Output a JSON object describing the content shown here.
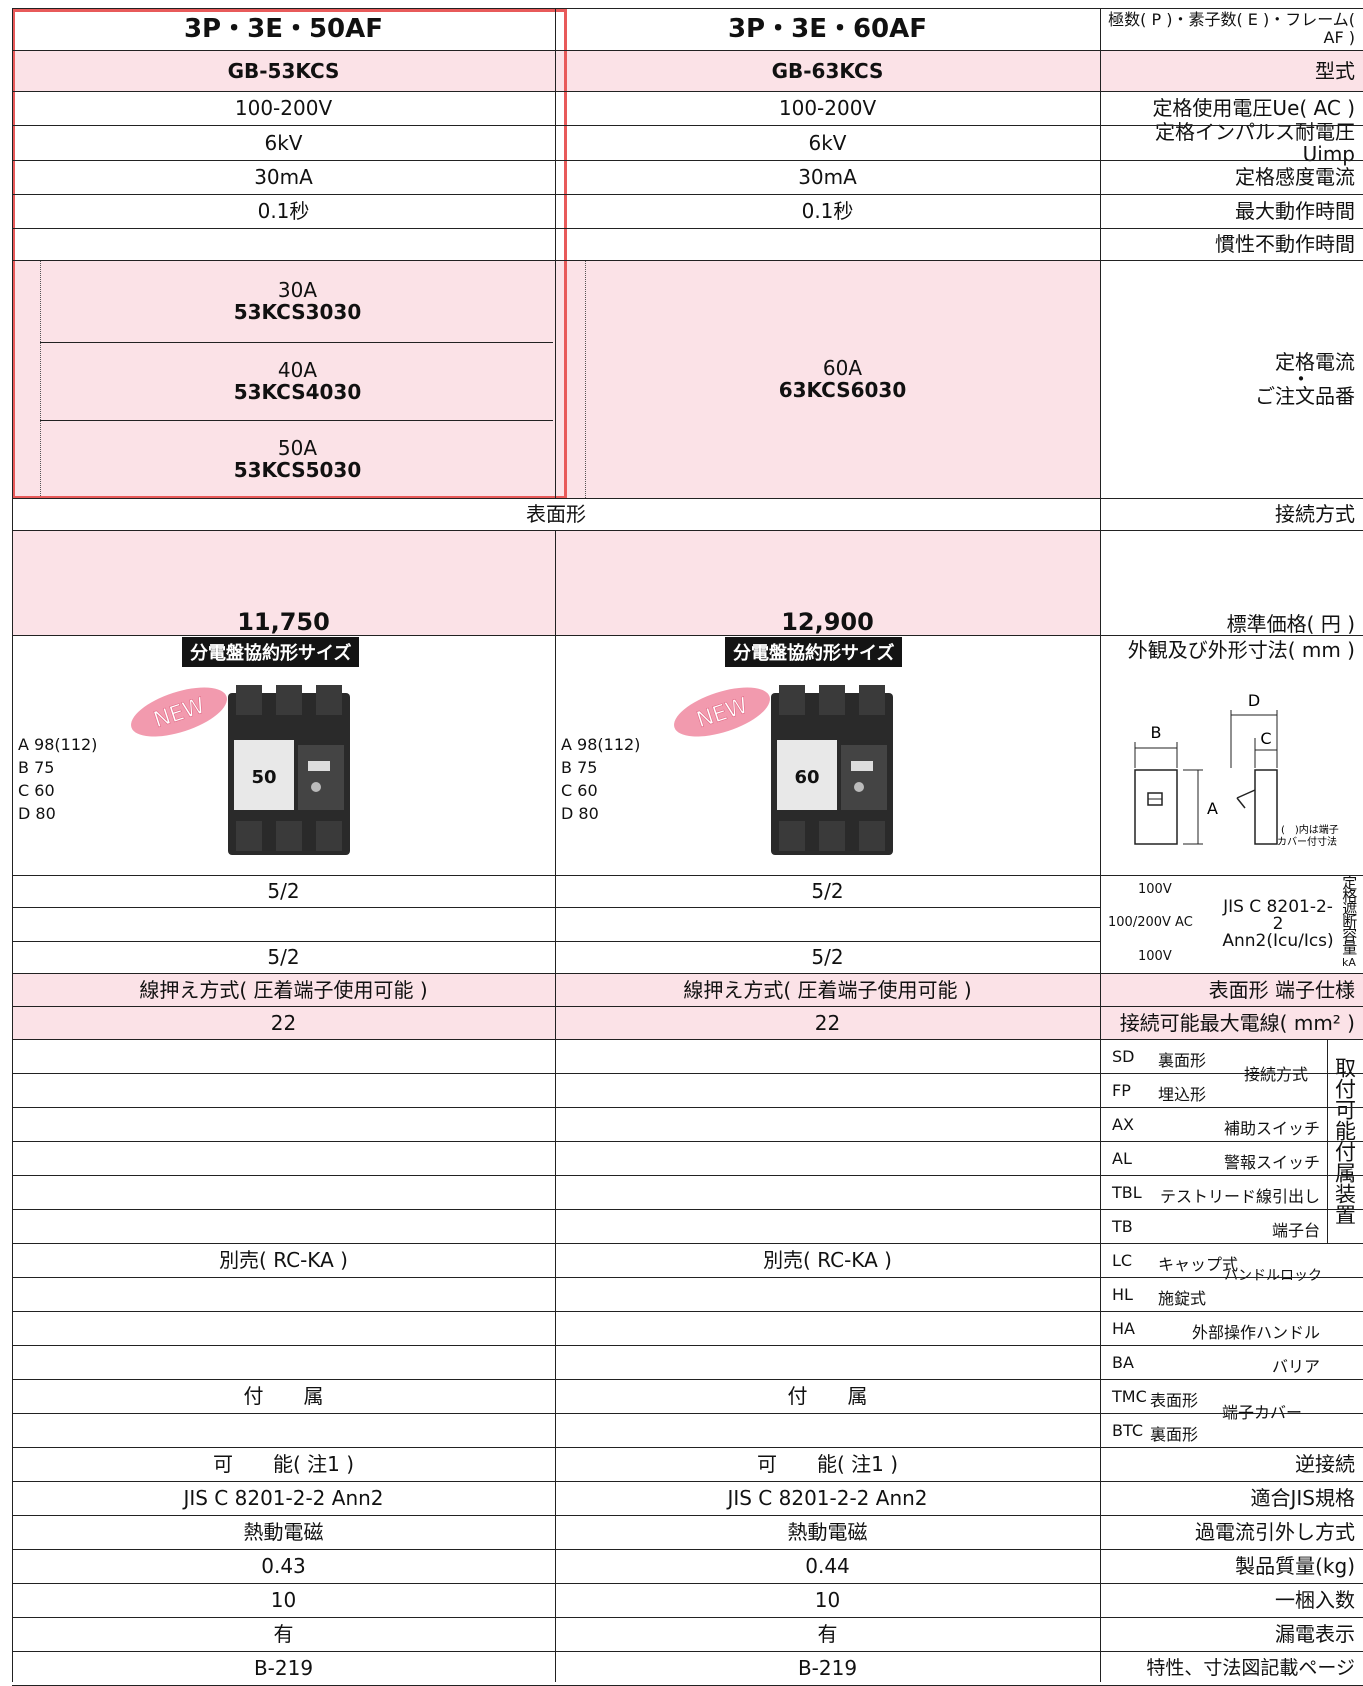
{
  "columns": [
    {
      "header": "3P・3E・50AF",
      "model": "GB-53KCS",
      "voltage": "100-200V",
      "impulse": "6kV",
      "sensitivity": "30mA",
      "max_time": "0.1秒",
      "inertia": "",
      "ratings": [
        {
          "current": "30A",
          "order": "53KCS3030"
        },
        {
          "current": "40A",
          "order": "53KCS4030"
        },
        {
          "current": "50A",
          "order": "53KCS5030"
        }
      ],
      "price": "11,750",
      "size_badge": "分電盤協約形サイズ",
      "new_badge": "NEW",
      "dims": [
        "A 98(112)",
        "B 75",
        "C 60",
        "D 80"
      ],
      "breaking_100": "5/2",
      "breaking_100_200": "",
      "breaking_100b": "5/2",
      "terminal": "線押え方式( 圧着端子使用可能 )",
      "max_wire": "22",
      "accessories": [
        "",
        "",
        "",
        "",
        "",
        "",
        "別売( RC-KA )",
        "",
        "",
        "",
        "付　　属",
        ""
      ],
      "reverse": "可　　能( 注1 )",
      "jis": "JIS C 8201-2-2 Ann2",
      "trip": "熱動電磁",
      "mass": "0.43",
      "pack": "10",
      "leak_display": "有",
      "page": "B-219"
    },
    {
      "header": "3P・3E・60AF",
      "model": "GB-63KCS",
      "voltage": "100-200V",
      "impulse": "6kV",
      "sensitivity": "30mA",
      "max_time": "0.1秒",
      "inertia": "",
      "ratings": [
        {
          "current": "60A",
          "order": "63KCS6030"
        }
      ],
      "price": "12,900",
      "size_badge": "分電盤協約形サイズ",
      "new_badge": "NEW",
      "dims": [
        "A 98(112)",
        "B 75",
        "C 60",
        "D 80"
      ],
      "breaking_100": "5/2",
      "breaking_100_200": "",
      "breaking_100b": "5/2",
      "terminal": "線押え方式( 圧着端子使用可能 )",
      "max_wire": "22",
      "accessories": [
        "",
        "",
        "",
        "",
        "",
        "",
        "別売( RC-KA )",
        "",
        "",
        "",
        "付　　属",
        ""
      ],
      "reverse": "可　　能( 注1 )",
      "jis": "JIS C 8201-2-2 Ann2",
      "trip": "熱動電磁",
      "mass": "0.44",
      "pack": "10",
      "leak_display": "有",
      "page": "B-219"
    }
  ],
  "labels": {
    "header": "極数( P )・素子数( E )・フレーム( AF )",
    "model": "型式",
    "voltage": "定格使用電圧Ue( AC )",
    "impulse": "定格インパルス耐電圧 Uimp",
    "sensitivity": "定格感度電流",
    "max_time": "最大動作時間",
    "inertia": "慣性不動作時間",
    "rating_1": "定格電流",
    "rating_dot": "・",
    "rating_2": "ご注文品番",
    "mounting": "表面形",
    "connection": "接続方式",
    "price": "標準価格( 円 )",
    "appearance": "外観及び外形寸法( mm )",
    "dim_note_1": "(　)内は端子",
    "dim_note_2": "カバー付寸法",
    "dim_letters": [
      "A",
      "B",
      "C",
      "D"
    ],
    "volt_100": "100V",
    "volt_100_200": "100/200V AC",
    "volt_100b": "100V",
    "breaking_std_1": "JIS C 8201-2-2",
    "breaking_std_2": "Ann2(Icu/Ics)",
    "breaking_side": "定格遮断容量",
    "breaking_unit": "kA",
    "terminal": "表面形 端子仕様",
    "max_wire": "接続可能最大電線( mm² )",
    "accessory_group": "取付可能付属装置",
    "accessory_rows": [
      {
        "code": "SD",
        "name": "裏面形"
      },
      {
        "code": "FP",
        "name": "埋込形"
      },
      {
        "code": "AX",
        "name": "補助スイッチ"
      },
      {
        "code": "AL",
        "name": "警報スイッチ"
      },
      {
        "code": "TBL",
        "name": "テストリード線引出し"
      },
      {
        "code": "TB",
        "name": "端子台"
      },
      {
        "code": "LC",
        "name": "キャップ式"
      },
      {
        "code": "HL",
        "name": "施錠式"
      },
      {
        "code": "HA",
        "name": "外部操作ハンドル"
      },
      {
        "code": "BA",
        "name": "バリア"
      },
      {
        "code": "TMC",
        "name": "表面形"
      },
      {
        "code": "BTC",
        "name": "裏面形"
      }
    ],
    "acc_connection": "接続方式",
    "acc_handle_lock": "ハンドルロック",
    "acc_terminal_cover": "端子カバー",
    "reverse": "逆接続",
    "jis": "適合JIS規格",
    "trip": "過電流引外し方式",
    "mass": "製品質量(kg)",
    "pack": "一梱入数",
    "leak_display": "漏電表示",
    "page": "特性、寸法図記載ページ"
  },
  "colors": {
    "pink": "#fbe2e7",
    "highlight": "#e85a5a",
    "badge": "#141414"
  }
}
